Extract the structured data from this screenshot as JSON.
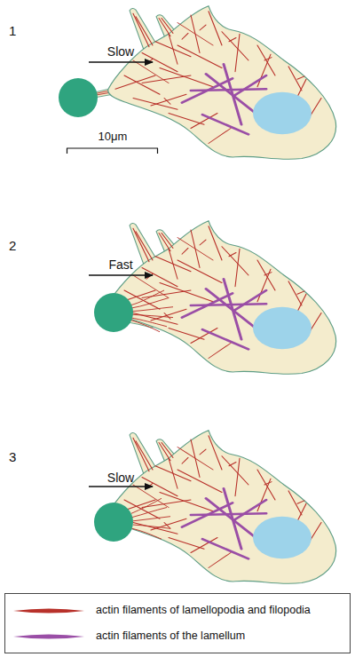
{
  "diagram": {
    "labels": [
      "1",
      "Slow",
      "10μm",
      "2",
      "Fast",
      "3",
      "Slow"
    ],
    "legend": [
      {
        "text": "actin filaments of lamellopodia and filopodia"
      },
      {
        "text": "actin filaments of the lamellum"
      }
    ]
  }
}
